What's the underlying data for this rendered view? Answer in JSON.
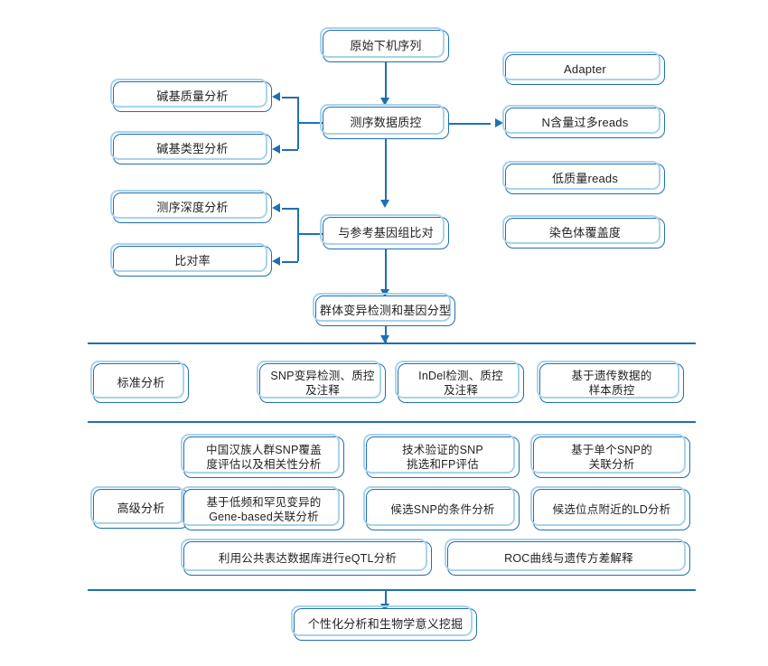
{
  "diagram": {
    "title_text": "",
    "colors": {
      "line": "#1f6fb4",
      "box_border": "#1f6fb4",
      "box_shadow": "#a9d3ec",
      "box_fill": "#ffffff",
      "text": "#231f20"
    },
    "pipeline": {
      "raw_sequence": "原始下机序列",
      "qc": "测序数据质控",
      "qc_left_outputs": [
        "碱基质量分析",
        "碱基类型分析"
      ],
      "qc_right_outputs": [
        "Adapter",
        "N含量过多reads",
        "低质量reads",
        "染色体覆盖度"
      ],
      "align": "与参考基因组比对",
      "align_left_outputs": [
        "测序深度分析",
        "比对率"
      ],
      "variant_calling": "群体变异检测和基因分型"
    },
    "standard_analysis": {
      "label": "标准分析",
      "items": [
        "SNP变异检测、质控\n及注释",
        "InDel检测、质控\n及注释",
        "基于遗传数据的\n样本质控"
      ]
    },
    "advanced_analysis": {
      "label": "高级分析",
      "row1": [
        "中国汉族人群SNP覆盖\n度评估以及相关性分析",
        "技术验证的SNP\n挑选和FP评估",
        "基于单个SNP的\n关联分析"
      ],
      "row2": [
        "基于低频和罕见变异的\nGene-based关联分析",
        "候选SNP的条件分析",
        "候选位点附近的LD分析"
      ],
      "row3": [
        "利用公共表达数据库进行eQTL分析",
        "ROC曲线与遗传方差解释"
      ]
    },
    "final": {
      "box": "个性化分析和生物学意义挖掘"
    }
  }
}
